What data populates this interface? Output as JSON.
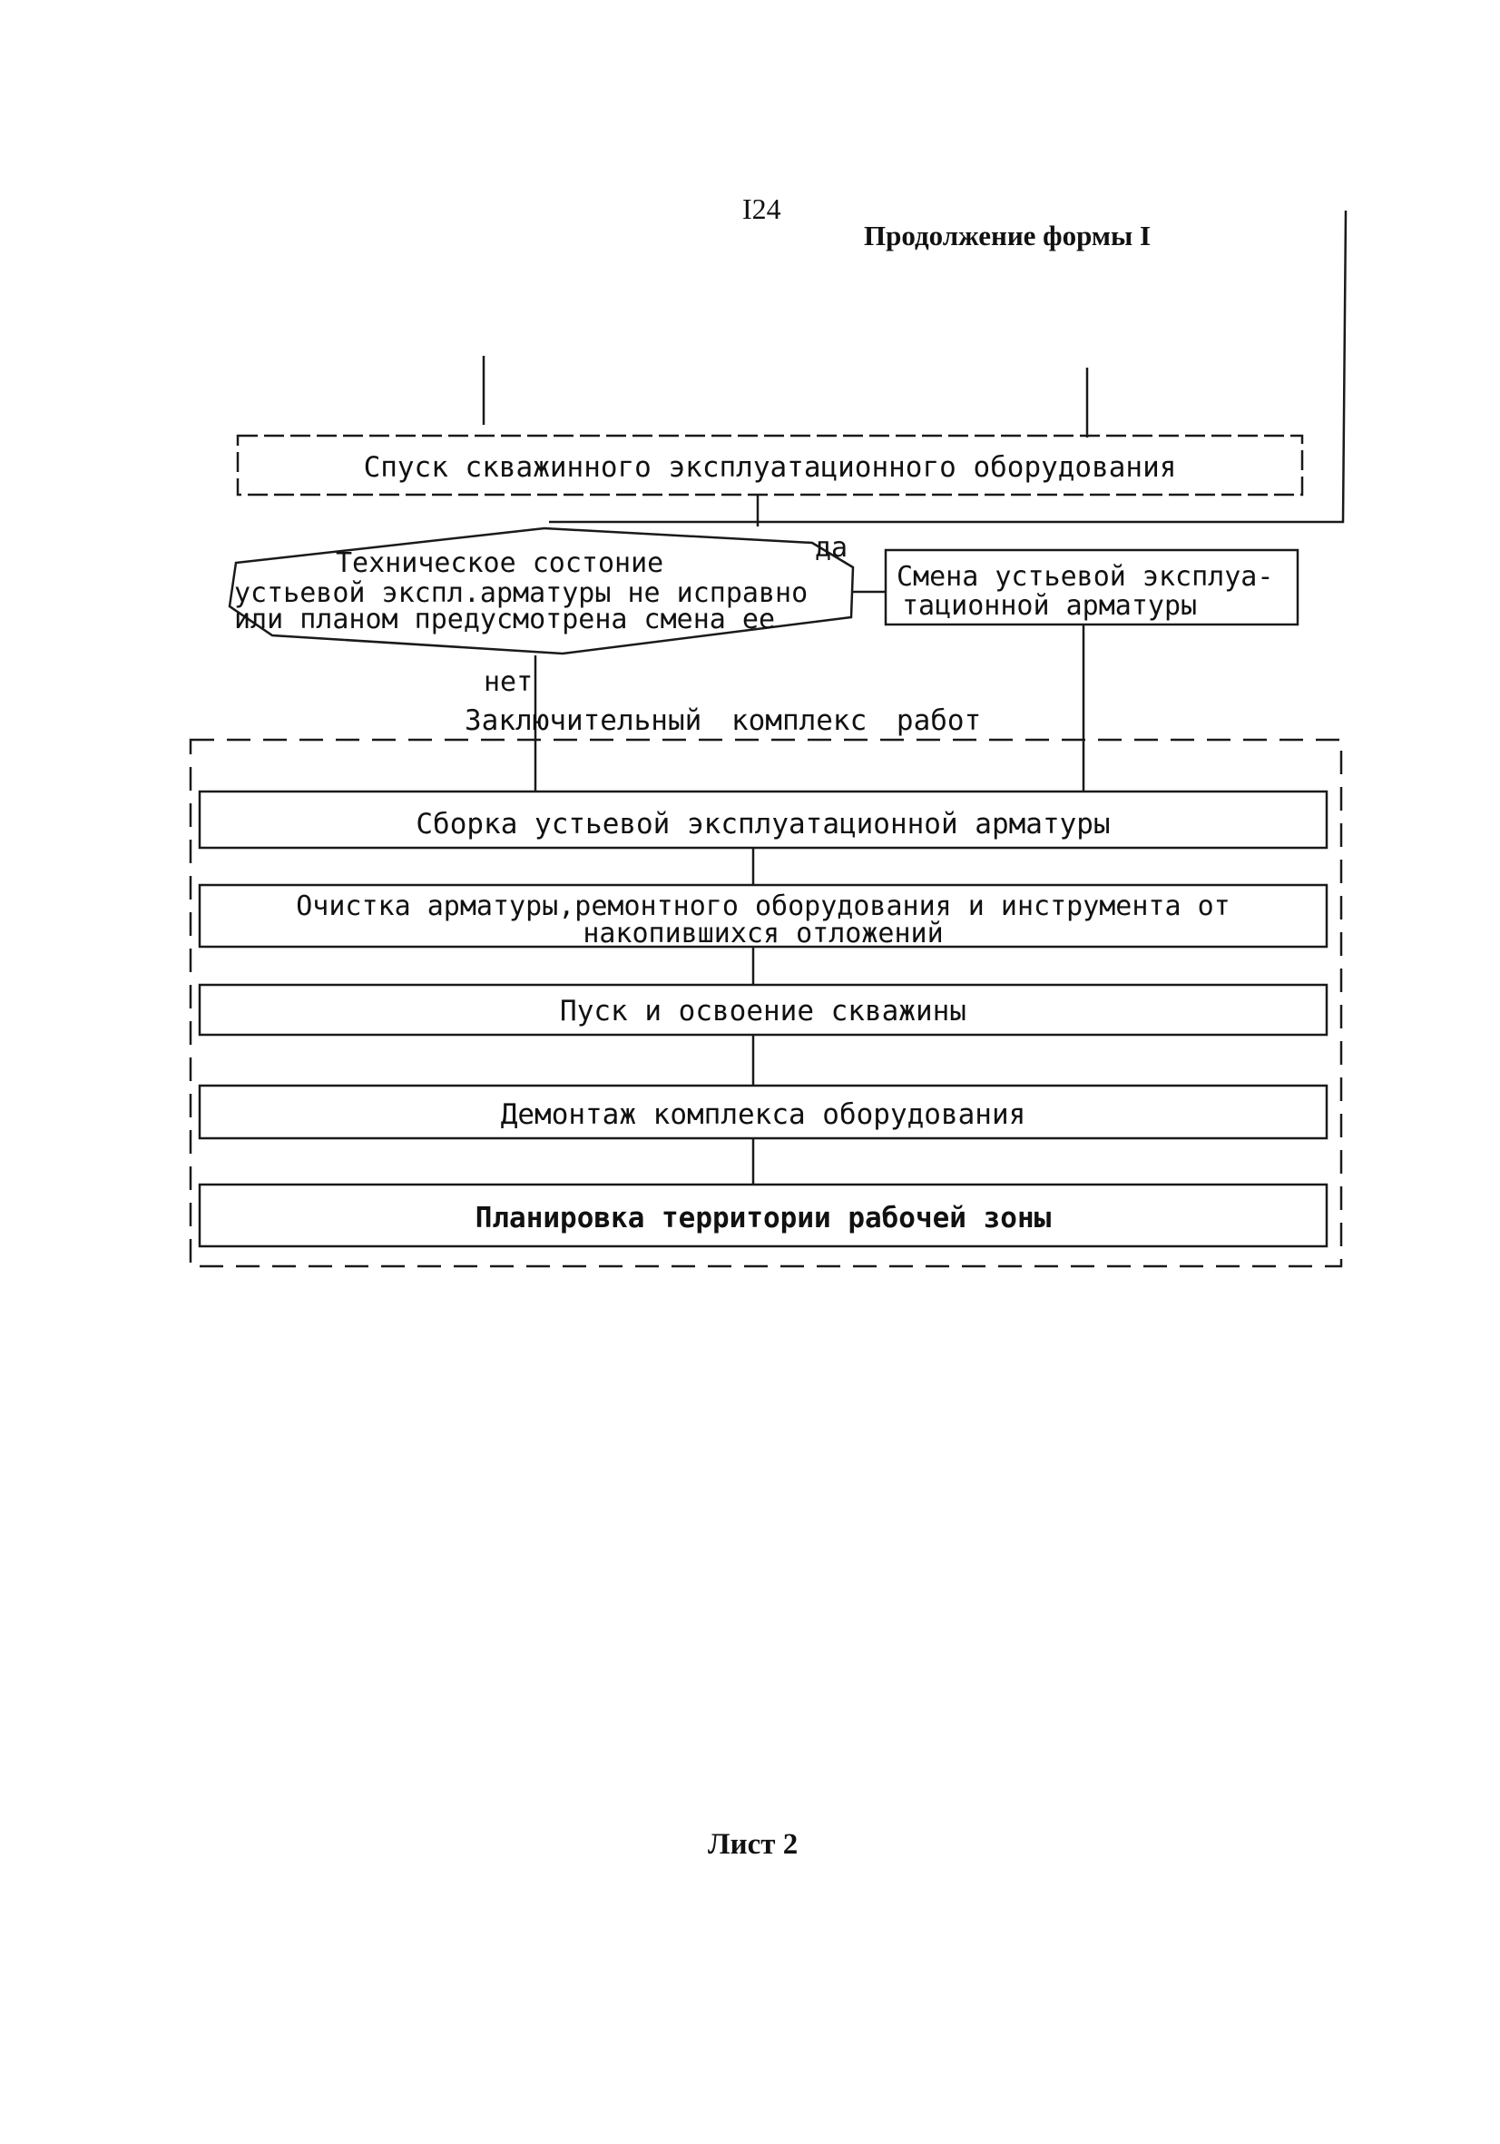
{
  "page": {
    "page_number": "I24",
    "continuation_note": "Продолжение формы I",
    "sheet_label": "Лист 2"
  },
  "diagram": {
    "nodes": {
      "lowering": "Спуск скважинного эксплуатационного оборудования",
      "decision": {
        "line1": "Техническое состоние",
        "line2": "устьевой экспл.арматуры не исправно",
        "line3": "или планом предусмотрена смена ее"
      },
      "replace": {
        "line1": "Смена устьевой эксплуа-",
        "line2": "тационной арматуры"
      },
      "final_group_title": "Заключительный комплекс работ",
      "assembly": "Сборка устьевой эксплуатационной арматуры",
      "cleaning": {
        "line1": "Очистка арматуры,ремонтного оборудования и инструмента от",
        "line2": "накопившихся отложений"
      },
      "start": "Пуск и освоение скважины",
      "dismantle": "Демонтаж комплекса оборудования",
      "planning": "Планировка территории рабочей зоны"
    },
    "labels": {
      "yes": "да",
      "no": "нет"
    },
    "edges": [
      {
        "from": "lowering",
        "to": "decision"
      },
      {
        "from": "decision",
        "to": "replace",
        "label": "да"
      },
      {
        "from": "decision",
        "to": "assembly",
        "label": "нет"
      },
      {
        "from": "replace",
        "to": "assembly"
      },
      {
        "from": "assembly",
        "to": "cleaning"
      },
      {
        "from": "cleaning",
        "to": "start"
      },
      {
        "from": "start",
        "to": "dismantle"
      },
      {
        "from": "dismantle",
        "to": "planning"
      }
    ]
  }
}
